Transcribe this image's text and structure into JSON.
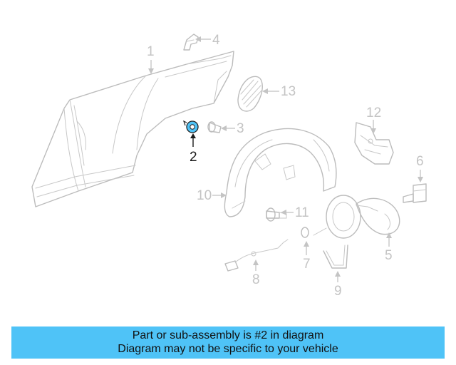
{
  "diagram": {
    "callouts": [
      {
        "id": "1",
        "label": "1",
        "active": false
      },
      {
        "id": "2",
        "label": "2",
        "active": true
      },
      {
        "id": "3",
        "label": "3",
        "active": false
      },
      {
        "id": "4",
        "label": "4",
        "active": false
      },
      {
        "id": "5",
        "label": "5",
        "active": false
      },
      {
        "id": "6",
        "label": "6",
        "active": false
      },
      {
        "id": "7",
        "label": "7",
        "active": false
      },
      {
        "id": "8",
        "label": "8",
        "active": false
      },
      {
        "id": "9",
        "label": "9",
        "active": false
      },
      {
        "id": "10",
        "label": "10",
        "active": false
      },
      {
        "id": "11",
        "label": "11",
        "active": false
      },
      {
        "id": "12",
        "label": "12",
        "active": false
      },
      {
        "id": "13",
        "label": "13",
        "active": false
      }
    ],
    "highlight_color": "#4fc3f7"
  },
  "banner": {
    "line1": "Part or sub-assembly is #2 in diagram",
    "line2": "Diagram may not be specific to your vehicle",
    "background": "#4fc3f7"
  }
}
